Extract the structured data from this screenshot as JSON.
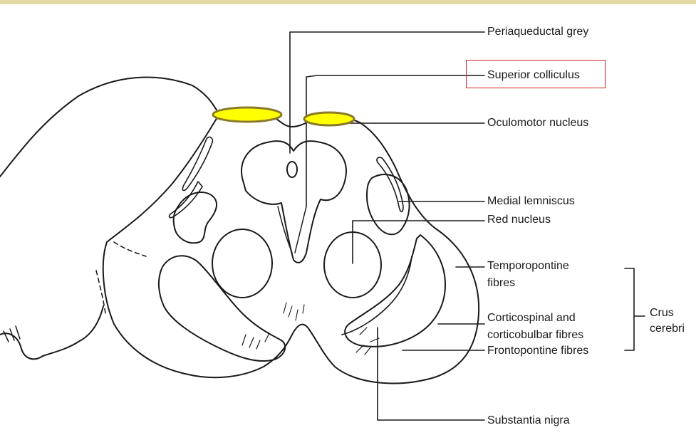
{
  "colors": {
    "top_band": "#e4d9a6",
    "outline": "#1a1a1a",
    "highlight_fill": "#ffff00",
    "highlight_stroke": "#8a7a2a",
    "box_stroke": "#d42020"
  },
  "labels": {
    "periaqueductal_grey": "Periaqueductal grey",
    "superior_colliculus": "Superior colliculus",
    "oculomotor_nucleus": "Oculomotor nucleus",
    "medial_lemniscus": "Medial lemniscus",
    "red_nucleus": "Red nucleus",
    "temporopontine_1": "Temporopontine",
    "temporopontine_2": "fibres",
    "corticospinal_1": "Corticospinal and",
    "corticospinal_2": "corticobulbar fibres",
    "frontopontine": "Frontopontine fibres",
    "substantia_nigra": "Substantia nigra",
    "crus_1": "Crus",
    "crus_2": "cerebri"
  }
}
